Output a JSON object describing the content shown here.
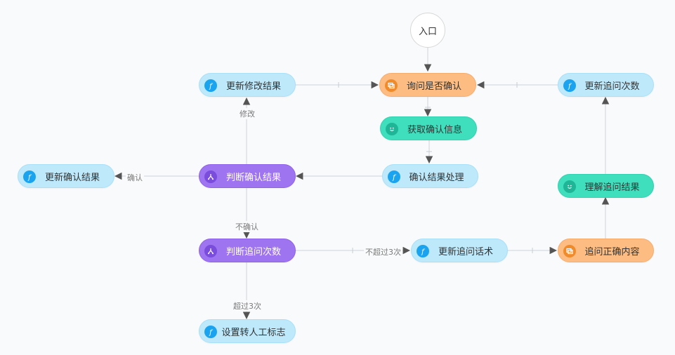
{
  "entry": {
    "label": "入口"
  },
  "nodes": {
    "update_modify_result": "更新修改结果",
    "ask_confirm": "询问是否确认",
    "update_ask_count": "更新追问次数",
    "get_confirm_info": "获取确认信息",
    "update_confirm_result": "更新确认结果",
    "judge_confirm_result": "判断确认结果",
    "confirm_result_process": "确认结果处理",
    "understand_ask_result": "理解追问结果",
    "judge_ask_count": "判断追问次数",
    "update_ask_script": "更新追问话术",
    "ask_correct_content": "追问正确内容",
    "set_transfer_flag": "设置转人工标志"
  },
  "edge_labels": {
    "modify": "修改",
    "confirm": "确认",
    "not_confirm": "不确认",
    "not_over_3": "不超过3次",
    "over_3": "超过3次"
  },
  "icons": {
    "function": "function-icon",
    "ask": "chat-bubble-icon",
    "nlu": "smile-robot-icon",
    "judge": "branch-icon"
  },
  "colors": {
    "function_node": "#bde9fb",
    "ask_node": "#fdbd82",
    "nlu_node": "#3fdfbd",
    "judge_node": "#9f74f1",
    "edge": "#dcdfe4",
    "arrow": "#555555"
  }
}
